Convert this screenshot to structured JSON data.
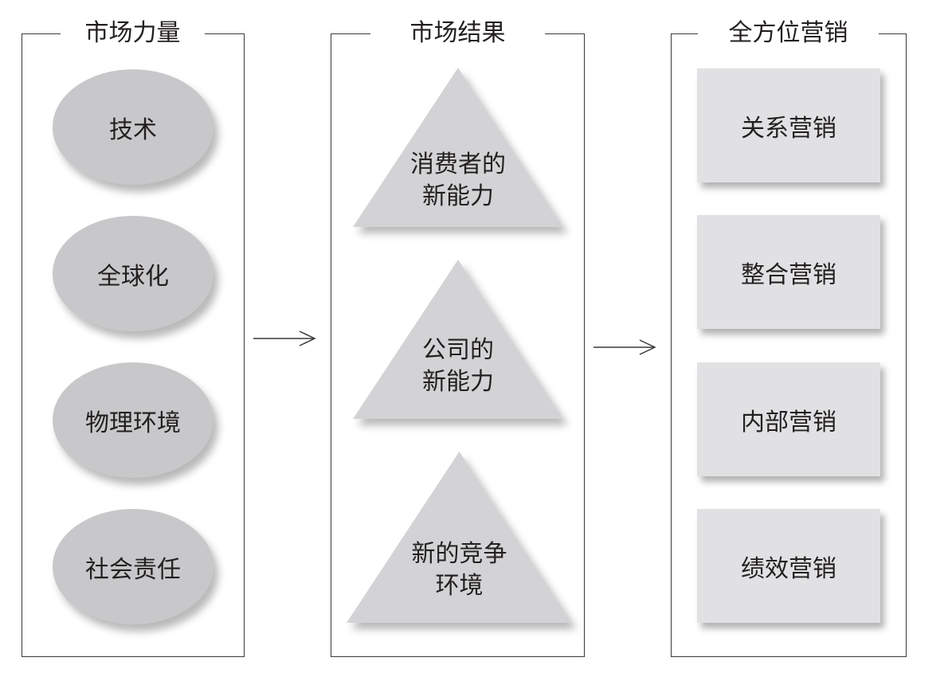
{
  "columns": [
    {
      "title": "市场力量",
      "shape": "ellipse",
      "items": [
        "技术",
        "全球化",
        "物理环境",
        "社会责任"
      ]
    },
    {
      "title": "市场结果",
      "shape": "triangle",
      "items": [
        {
          "line1": "消费者的",
          "line2": "新能力"
        },
        {
          "line1": "公司的",
          "line2": "新能力"
        },
        {
          "line1": "新的竞争",
          "line2": "环境"
        }
      ]
    },
    {
      "title": "全方位营销",
      "shape": "rectangle",
      "items": [
        "关系营销",
        "整合营销",
        "内部营销",
        "绩效营销"
      ]
    }
  ],
  "colors": {
    "ellipse_fill": "#c8c8ca",
    "triangle_fill": "#d3d3d5",
    "rectangle_fill": "#e1e1e3",
    "line": "#3a3a3a",
    "text": "#231f20"
  }
}
